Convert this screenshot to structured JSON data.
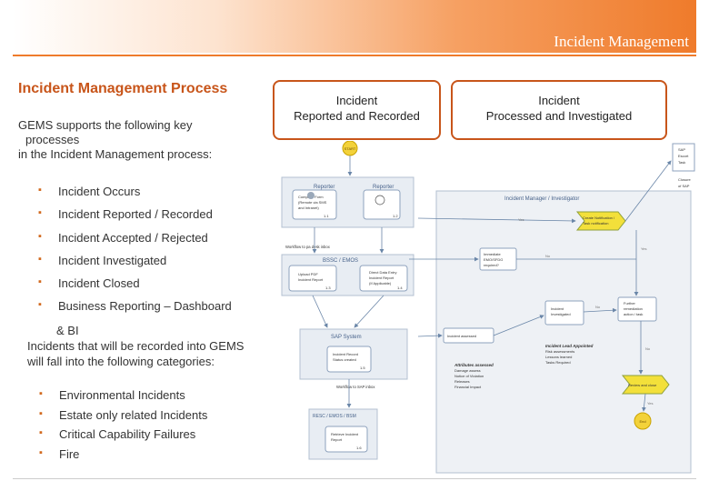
{
  "header": {
    "title": "Incident Management"
  },
  "content": {
    "heading": "Incident Management Process",
    "intro_line1": "GEMS supports the following key",
    "intro_line2": "processes",
    "intro_line3": "in the Incident Management process:",
    "process_items": [
      "Incident Occurs",
      "Incident Reported / Recorded",
      "Incident Accepted / Rejected",
      "Incident Investigated",
      "Incident Closed",
      "Business Reporting – Dashboard"
    ],
    "bi_line1": "& BI",
    "bi_line2": "Incidents that will be recorded into GEMS",
    "bi_line3": "will fall into the following categories:",
    "categories": [
      "Environmental Incidents",
      "Estate only related Incidents",
      "Critical Capability Failures",
      "Fire"
    ]
  },
  "columns": {
    "reported_line1": "Incident",
    "reported_line2": "Reported and Recorded",
    "processed_line1": "Incident",
    "processed_line2": "Processed and Investigated"
  },
  "diagram": {
    "start": "START",
    "end": "End",
    "reporter_lane": "Reporter",
    "reporter_lane_2": "Reporter",
    "reporter_task_1": "Complete Form",
    "reporter_task_1b": "(Remote via SMS",
    "reporter_task_1c": "and Intranet)",
    "reporter_task_1_id": "1.1",
    "reporter_task_2_id": "1.2",
    "workflow_label_1": "Workflow to pa desk inbox",
    "bssc_lane": "BSSC / EMOS",
    "bssc_task_1": "Upload PDF",
    "bssc_task_1b": "Incident Report",
    "bssc_task_1_id": "1.3",
    "bssc_task_2": "Direct Data Entry",
    "bssc_task_2b": "Incident Report",
    "bssc_task_2c": "(If Applicable)",
    "bssc_task_2_id": "1.4",
    "sap_lane": "SAP System",
    "sap_task_1": "Incident Record",
    "sap_task_1b": "Status created",
    "sap_task_1_id": "1.5",
    "workflow_label_2": "Workflow to SAP inbox",
    "resc_lane": "RESC / EMOS / BSM",
    "resc_task_1": "Retrieve Incident",
    "resc_task_1b": "Report",
    "resc_task_1_id": "1.6",
    "im_lane": "Incident Manager / Investigator",
    "decision_1": "Create Notification /",
    "decision_1b": "Task notification",
    "decision_2": "Immediate",
    "decision_2b": "EMO/SFDG",
    "decision_2c": "required?",
    "incident_investigated": "Incident",
    "incident_investigated_b": "Investigated",
    "further_action": "Further",
    "further_action_b": "remediation",
    "further_action_c": "action / task",
    "incident_assessed": "Incident assessed",
    "attributes_title": "Attributes assessed",
    "attributes": [
      "Damage assess",
      "Notice of Violation",
      "Releases",
      "Financial Impact"
    ],
    "lead_title": "Incident Lead Appointed",
    "lead_items": [
      "Risk assessments",
      "Lessons learned",
      "Tasks Required"
    ],
    "review_close": "Review and close",
    "sap_email": "SAP",
    "sap_email_b": "Escort",
    "sap_email_c": "Task",
    "closure": "Closure",
    "closure_b": "of SAP",
    "label_yes_1": "Yes",
    "label_no_1": "No",
    "label_yes_2": "Yes",
    "label_no_2": "No",
    "label_no_3": "No",
    "label_yes_3": "Yes"
  }
}
